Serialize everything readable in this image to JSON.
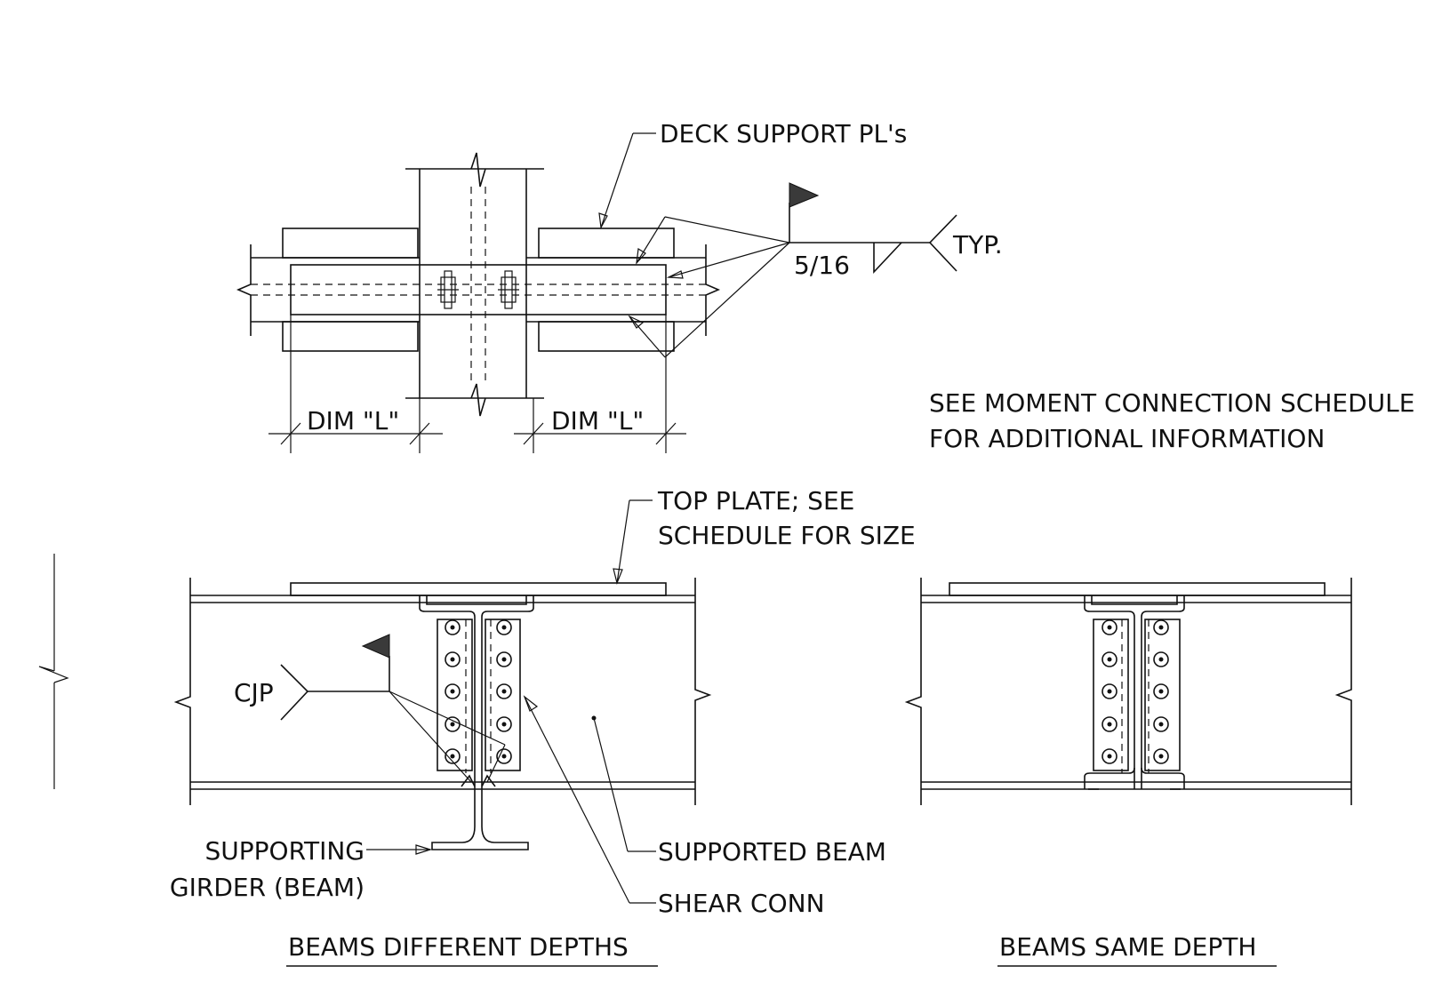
{
  "labels": {
    "deck_support": "DECK SUPPORT PL's",
    "weld_size": "5/16",
    "typ": "TYP.",
    "dim_left": "DIM \"L\"",
    "dim_right": "DIM \"L\"",
    "note_line1": "SEE MOMENT CONNECTION SCHEDULE",
    "note_line2": "FOR ADDITIONAL INFORMATION",
    "top_plate_line1": "TOP PLATE; SEE",
    "top_plate_line2": "SCHEDULE FOR SIZE",
    "cjp": "CJP",
    "supporting_line1": "SUPPORTING",
    "supporting_line2": "GIRDER (BEAM)",
    "supported_beam": "SUPPORTED BEAM",
    "shear_conn": "SHEAR CONN",
    "title_left": "BEAMS DIFFERENT DEPTHS",
    "title_right": "BEAMS SAME DEPTH"
  },
  "colors": {
    "line": "#111111",
    "flag": "#3a3a3a",
    "background": "#ffffff"
  }
}
